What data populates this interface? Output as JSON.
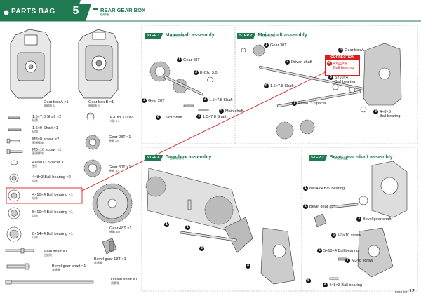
{
  "header": {
    "section_title": "PARTS BAG",
    "bag_number": "5",
    "subtitle": "REAR GEAR BOX",
    "subtitle_jp": "後輪箱"
  },
  "parts_list": {
    "gear_box_a": {
      "name": "Gear box A",
      "qty": "×1",
      "jp": "齒輪箱 A"
    },
    "gear_box_b": {
      "name": "Gear box B",
      "qty": "×1",
      "jp": "齒輪箱 B"
    },
    "shaft_78": {
      "name": "1.5×7.8 Shaft",
      "qty": "×2",
      "jp": "插銷"
    },
    "shaft_69": {
      "name": "1.6×9 Shaft",
      "qty": "×1",
      "jp": "插銷"
    },
    "screw_m3x8": {
      "name": "M3×8  screw",
      "qty": "×2",
      "jp": "圓頭螺絲"
    },
    "screw_m3x10": {
      "name": "M3×10 screw",
      "qty": "×1",
      "jp": "圓頭螺絲"
    },
    "spacer": {
      "name": "4×6×0.3 Spacer",
      "qty": "×1",
      "jp": "墊片"
    },
    "bearing_483": {
      "name": "4×8×3 Ball bearing",
      "qty": "×2",
      "jp": "培林"
    },
    "bearing_4104": {
      "name": "4×10×4 Ball bearing",
      "qty": "×1",
      "jp": "培林"
    },
    "bearing_5104": {
      "name": "5×10×4 Ball bearing",
      "qty": "×1",
      "jp": "培林"
    },
    "bearing_8144": {
      "name": "8×14×4 Ball bearing",
      "qty": "×1",
      "jp": "培林"
    },
    "main_shaft": {
      "name": "Main shaft",
      "qty": "×1",
      "jp": "主齒軸"
    },
    "bevel_gear_shaft": {
      "name": "Bevel gear shaft",
      "qty": "×1",
      "jp": "傘齒軸"
    },
    "e_clip": {
      "name": "E-Clip 3.0",
      "qty": "×2",
      "jp": "E扣 3.0"
    },
    "gear_28t": {
      "name": "Gear  28T",
      "qty": "×1",
      "jp": "齒輪 28T"
    },
    "gear_30t": {
      "name": "Gear  30T",
      "qty": "×1",
      "jp": "齒輪 30T"
    },
    "gear_48t": {
      "name": "Gear  48T",
      "qty": "×1",
      "jp": "齒輪 48T"
    },
    "bevel_gear_13t": {
      "name": "Bevel gear 13T",
      "qty": "×1",
      "jp": "傘齒輪"
    },
    "driven_shaft": {
      "name": "Driven shaft",
      "qty": "×1",
      "jp": "傳動軸"
    }
  },
  "step1": {
    "tag": "STEP 1",
    "title": "Main shaft assembly",
    "jp": "主齒軸組裝",
    "labels": {
      "gear48": "Gear  48T",
      "eclip": "E-Clip 3.0",
      "gear28": "Gear  28T",
      "shaft78": "1.5×7.8 Shaft",
      "mainshaft": "Main shaft",
      "shaft69": "1.6×9 Shaft"
    }
  },
  "step2": {
    "tag": "STEP 2",
    "title": "Main shaft assembly",
    "jp": "主齒軸組裝",
    "labels": {
      "gear30": "Gear  30T",
      "driven": "Driven shaft",
      "gearboxa": "Gear box A",
      "correction": "CORRECTION",
      "corr_part": "4×10×4",
      "corr_part2": "Ball bearing",
      "bearing5104": "5×10×4",
      "bearing5104b": "Ball bearing",
      "shaft78": "1.5×7.8 Shaft",
      "spacer": "4×6×0.3 Spacer",
      "bearing483": "4×8×3",
      "bearing483b": "Ball bearing"
    }
  },
  "step4": {
    "tag": "STEP 4",
    "title": "Gear box assembly",
    "jp": "齒輪箱組裝"
  },
  "step3": {
    "tag": "STEP 3",
    "title": "Bevel gear shaft assembly",
    "jp": "傘齒軸組裝",
    "labels": {
      "bearing8144": "8×14×4 Ball bearing",
      "bevel13": "Bevel gear 13T",
      "bevelshaft": "Bevel gear shaft",
      "screw310": "M3×10 screw",
      "bearing5104": "5×10×4 Ball bearing",
      "screw38": "M3×8 screw",
      "bearing483": "4×8×3 Ball bearing"
    }
  },
  "footer": {
    "model": "MRX GT",
    "page": "12"
  }
}
